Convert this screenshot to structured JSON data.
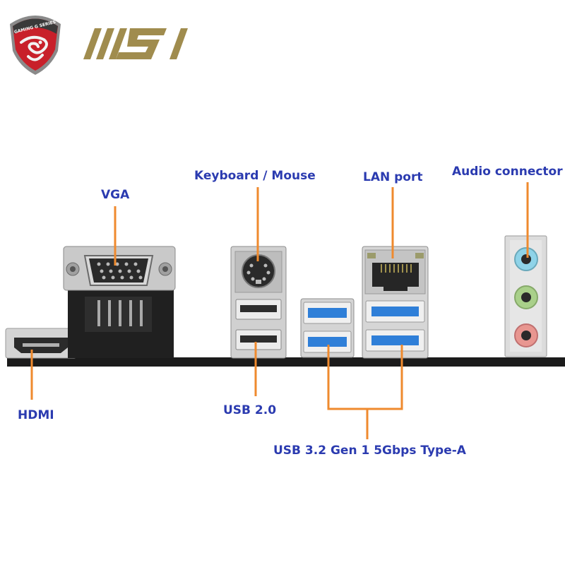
{
  "brand": {
    "shield_text": "GAMING G SERIES",
    "shield_icon": "dragon-shield-icon",
    "logo_text": "msi",
    "logo_color": "#a08c4e",
    "shield_color": "#c8202a"
  },
  "colors": {
    "label": "#2b3bb0",
    "leader": "#ef8a2e",
    "panel": "#1b1b1b",
    "usb3_blue": "#2f7fd8"
  },
  "ports": {
    "vga": "VGA",
    "keyboard_mouse": "Keyboard / Mouse",
    "lan": "LAN port",
    "audio": "Audio connector",
    "hdmi": "HDMI",
    "usb2": "USB 2.0",
    "usb3": "USB 3.2 Gen 1 5Gbps Type-A"
  }
}
